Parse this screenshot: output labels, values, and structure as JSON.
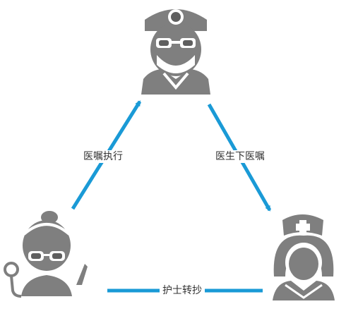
{
  "roles": {
    "doctor": {
      "icon": "doctor-icon"
    },
    "nurse": {
      "icon": "nurse-icon"
    },
    "caregiver": {
      "icon": "caregiver-icon"
    }
  },
  "edges": {
    "doctor_to_nurse": {
      "label": "医生下医嘱"
    },
    "caregiver_to_doctor": {
      "label": "医嘱执行"
    },
    "nurse_caregiver": {
      "label": "护士转抄"
    }
  },
  "colors": {
    "icon": "#7f7f7f",
    "icon_dark": "#5f5f5f",
    "arrow": "#1a9ad6",
    "text": "#333333"
  }
}
